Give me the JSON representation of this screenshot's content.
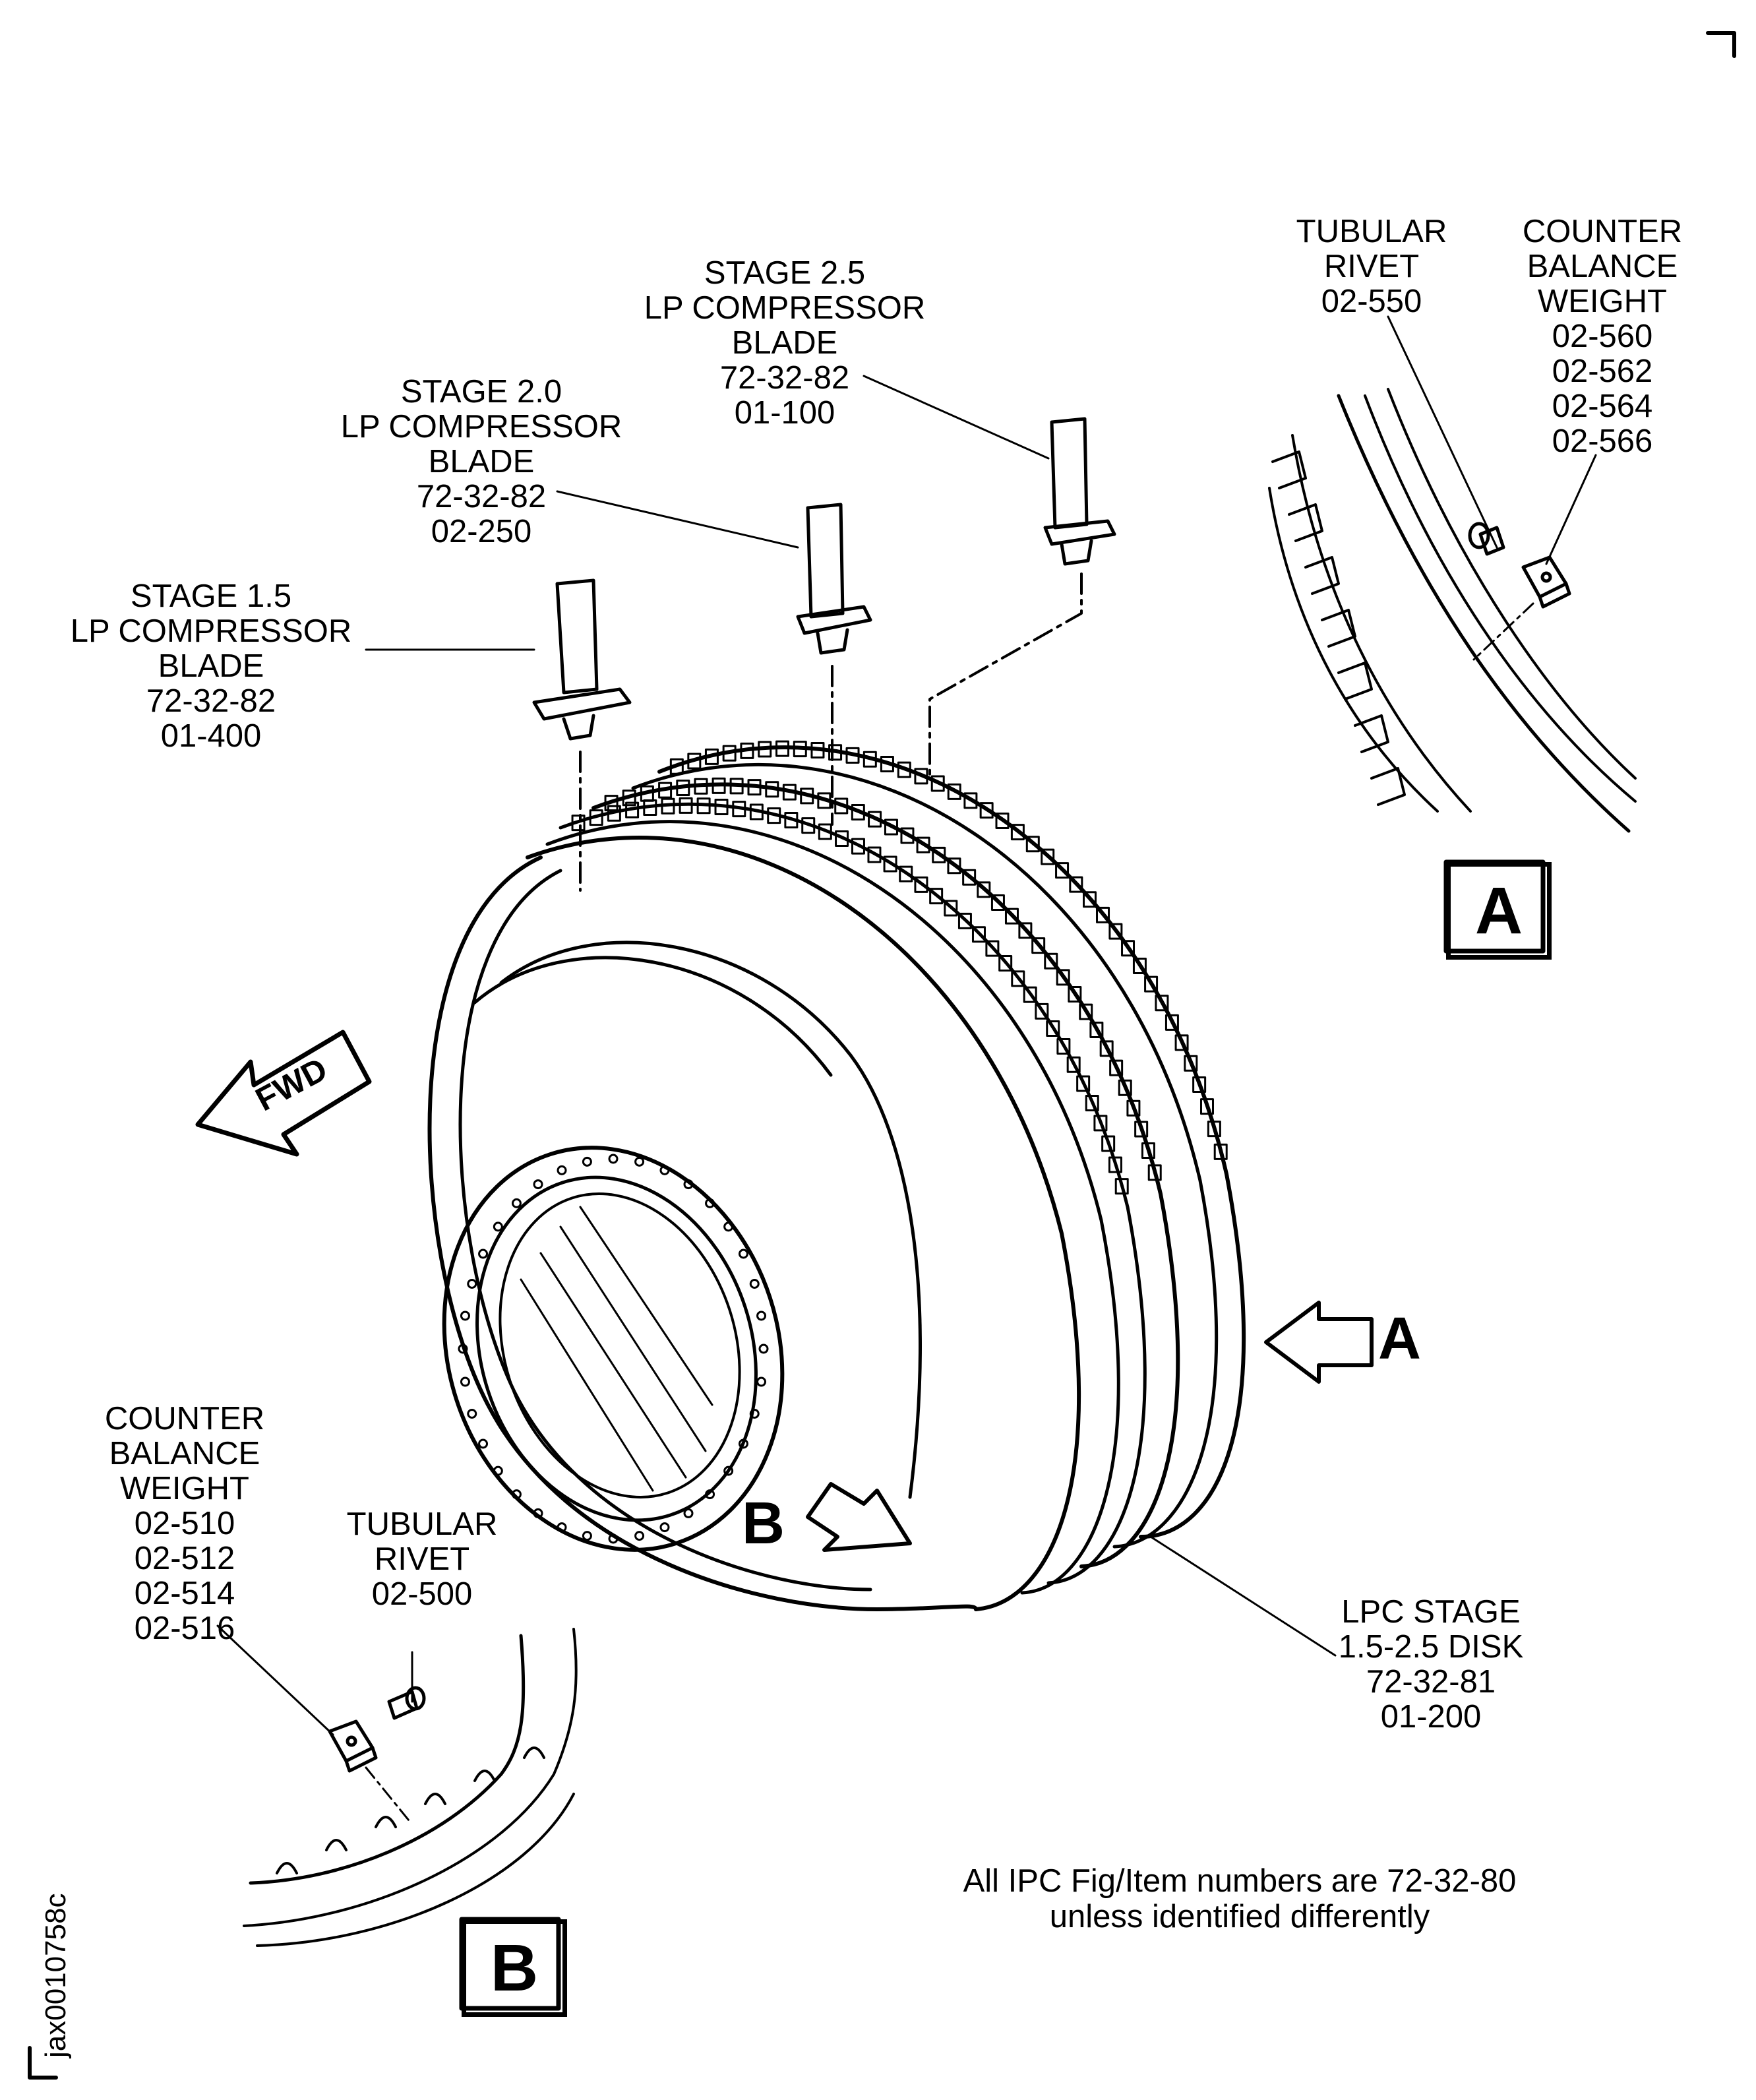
{
  "labels": {
    "stage15_blade": [
      "STAGE 1.5",
      "LP COMPRESSOR",
      "BLADE",
      "72-32-82",
      "01-400"
    ],
    "stage20_blade": [
      "STAGE 2.0",
      "LP COMPRESSOR",
      "BLADE",
      "72-32-82",
      "02-250"
    ],
    "stage25_blade": [
      "STAGE 2.5",
      "LP COMPRESSOR",
      "BLADE",
      "72-32-82",
      "01-100"
    ],
    "rivet_a": [
      "TUBULAR",
      "RIVET",
      "02-550"
    ],
    "weight_a": [
      "COUNTER",
      "BALANCE",
      "WEIGHT",
      "02-560",
      "02-562",
      "02-564",
      "02-566"
    ],
    "weight_b": [
      "COUNTER",
      "BALANCE",
      "WEIGHT",
      "02-510",
      "02-512",
      "02-514",
      "02-516"
    ],
    "rivet_b": [
      "TUBULAR",
      "RIVET",
      "02-500"
    ],
    "disk": [
      "LPC STAGE",
      "1.5-2.5 DISK",
      "72-32-81",
      "01-200"
    ]
  },
  "note": [
    "All IPC Fig/Item numbers are 72-32-80",
    "unless identified differently"
  ],
  "view_a": "A",
  "view_b": "B",
  "fwd": "FWD",
  "figure_id": "jax0010758c"
}
